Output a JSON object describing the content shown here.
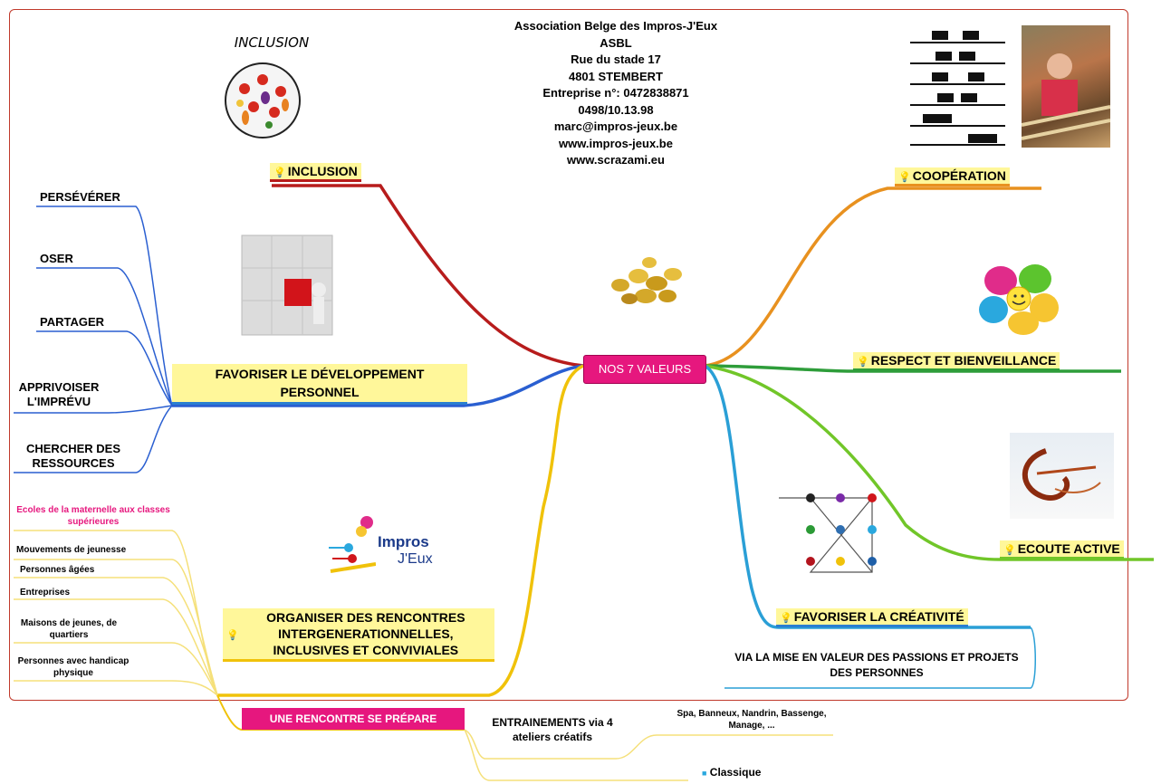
{
  "info": {
    "lines": [
      "Association Belge des Impros-J'Eux",
      "ASBL",
      "Rue du stade 17",
      "4801 STEMBERT",
      "Entreprise n°: 0472838871",
      "0498/10.13.98",
      "marc@impros-jeux.be",
      "www.impros-jeux.be",
      "www.scrazami.eu"
    ]
  },
  "central": "NOS 7 VALEURS",
  "branches": {
    "inclusion": "INCLUSION",
    "cooperation": "COOPÉRATION",
    "respect": "RESPECT ET BIENVEILLANCE",
    "ecoute": "ECOUTE ACTIVE",
    "creativite": "FAVORISER LA CRÉATIVITÉ",
    "creativite_sub": "VIA LA MISE EN VALEUR DES PASSIONS ET PROJETS DES PERSONNES",
    "developpement": "FAVORISER LE DÉVELOPPEMENT PERSONNEL",
    "rencontres": "ORGANISER DES RENCONTRES INTERGENERATIONNELLES, INCLUSIVES ET CONVIVIALES"
  },
  "images": {
    "inclusion_caption": "INCLUSION",
    "logo_text_1": "Impros",
    "logo_text_2": "J'Eux"
  },
  "dev_items": [
    "PERSÉVÉRER",
    "OSER",
    "PARTAGER",
    "APPRIVOISER L'IMPRÉVU",
    "CHERCHER DES RESSOURCES"
  ],
  "rencontre_items": [
    "Ecoles de la maternelle aux classes supérieures",
    "Mouvements de jeunesse",
    "Personnes âgées",
    "Entreprises",
    "Maisons de jeunes, de quartiers",
    "Personnes avec handicap physique"
  ],
  "bottom": {
    "rencontre_prepare": "UNE RENCONTRE SE PRÉPARE",
    "entrainements": "ENTRAINEMENTS via 4 ateliers créatifs",
    "places": "Spa, Banneux, Nandrin, Bassenge, Manage, ...",
    "classique": "Classique"
  },
  "colors": {
    "inclusion": "#b71c1c",
    "cooperation": "#e8911f",
    "respect": "#2e9d3a",
    "ecoute": "#71c629",
    "creativite": "#2a9fd6",
    "developpement": "#2a5fd1",
    "rencontres": "#f0c20a",
    "central": "#e6177e"
  }
}
